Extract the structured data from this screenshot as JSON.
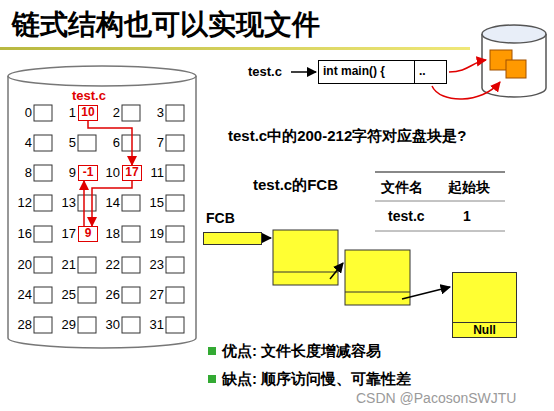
{
  "diagram": {
    "title": "链式结构也可以实现文件",
    "nodes": [
      {
        "text": [
          "10"
        ]
      },
      {
        "text": [
          "-1"
        ]
      },
      {
        "text": [
          "17"
        ]
      },
      {
        "text": [
          "9"
        ]
      },
      {
        "text": [
          "int main() {"
        ]
      },
      {
        "text": [
          ".."
        ]
      },
      {
        "text": [
          "FCB"
        ]
      },
      {
        "text": [
          "Null"
        ]
      }
    ],
    "edges": [
      {
        "from": 0,
        "to": 2,
        "arrow": "to"
      },
      {
        "from": 2,
        "to": 3,
        "arrow": "to"
      },
      {
        "from": 3,
        "to": 1,
        "arrow": "to"
      }
    ],
    "labels": [
      "test.c",
      "0",
      "1",
      "2",
      "3",
      "4",
      "5",
      "6",
      "7",
      "8",
      "9",
      "10",
      "11",
      "12",
      "13",
      "14",
      "15",
      "16",
      "17",
      "18",
      "19",
      "20",
      "21",
      "22",
      "23",
      "24",
      "25",
      "26",
      "27",
      "28",
      "29",
      "30",
      "31",
      "test.c",
      "test.c中的200-212字符对应盘块是?",
      "test.c的FCB",
      "文件名",
      "起始块",
      "test.c",
      "1",
      "优点: 文件长度增减容易",
      "缺点: 顺序访问慢、可靠性差",
      "CSDN @PacosonSWJTU"
    ]
  }
}
